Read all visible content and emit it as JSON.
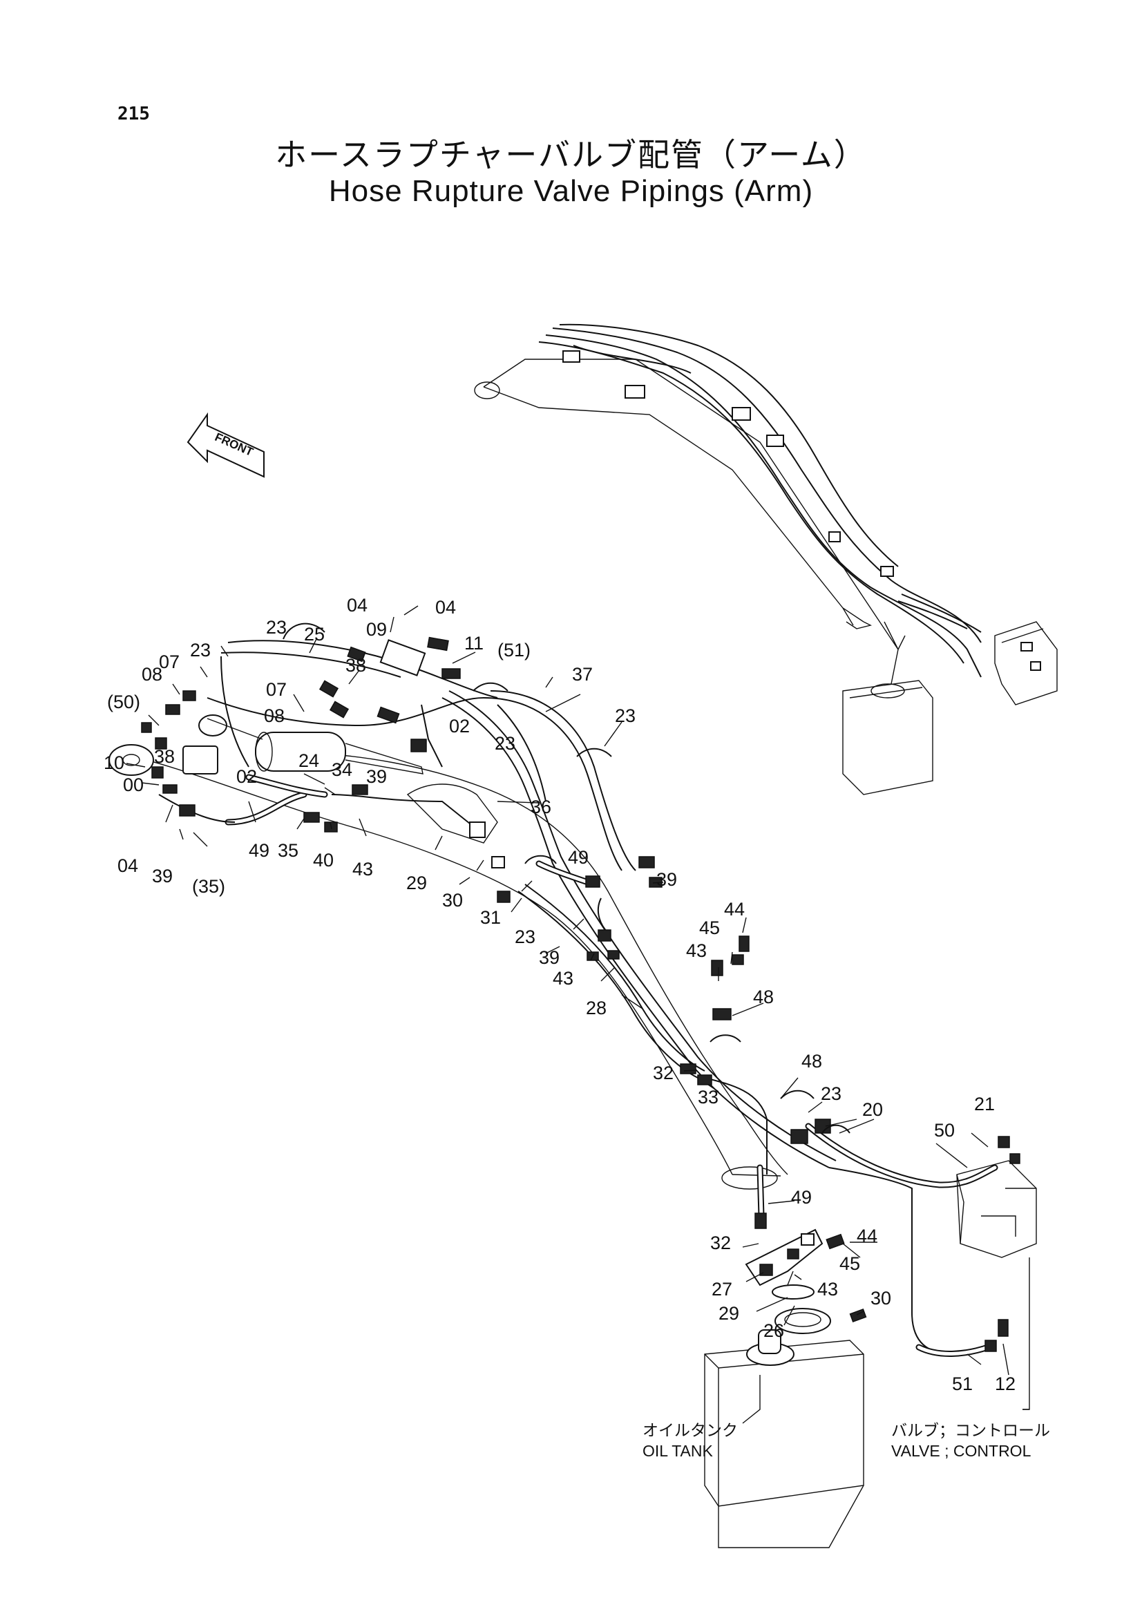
{
  "page_number": "215",
  "title_jp": "ホースラプチャーバルブ配管（アーム）",
  "title_en": "Hose Rupture Valve Pipings (Arm)",
  "front_label": "FRONT",
  "labels": {
    "oil_tank_jp": "オイルタンク",
    "oil_tank_en": "OIL TANK",
    "valve_jp": "バルブ；コントロール",
    "valve_en": "VALVE ; CONTROL"
  },
  "callouts": [
    "04",
    "39",
    "09",
    "11",
    "(51)",
    "37",
    "23",
    "25",
    "38",
    "07",
    "08",
    "(50)",
    "10",
    "00",
    "02",
    "24",
    "34",
    "36",
    "49",
    "35",
    "40",
    "43",
    "29",
    "30",
    "31",
    "39",
    "43",
    "28",
    "32",
    "33",
    "48",
    "20",
    "21",
    "50",
    "12",
    "51",
    "44",
    "45",
    "26",
    "27",
    "23",
    "(35)",
    "04",
    "39",
    "23"
  ]
}
